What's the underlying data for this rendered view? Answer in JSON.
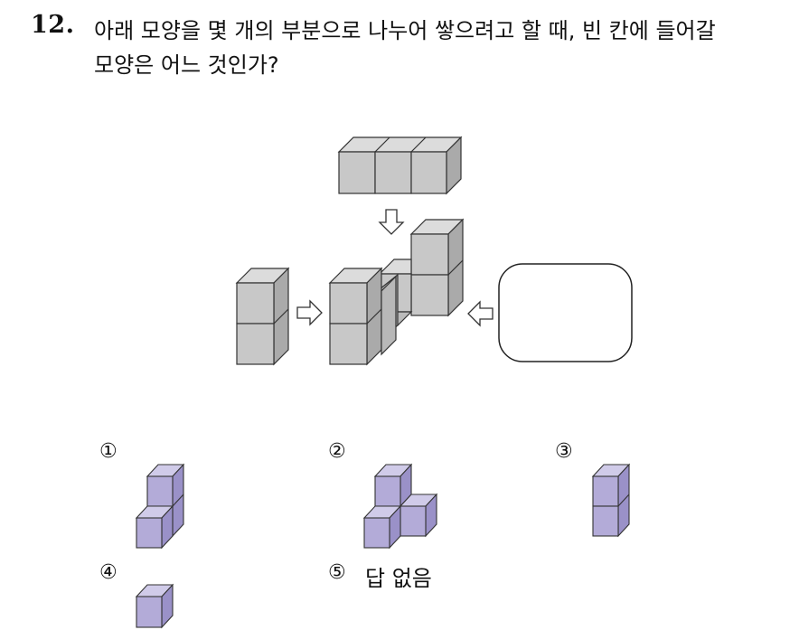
{
  "question": {
    "number": "12.",
    "line1": "아래 모양을 몇 개의 부분으로 나누어 쌓으려고 할 때, 빈 칸에 들어갈",
    "line2": "모양은 어느 것인가?"
  },
  "options": [
    {
      "marker": "①"
    },
    {
      "marker": "②"
    },
    {
      "marker": "③"
    },
    {
      "marker": "④"
    },
    {
      "marker": "⑤",
      "text": "답 없음"
    }
  ],
  "colors": {
    "figure_face": "#c8c8c8",
    "figure_top": "#dcdcdc",
    "figure_side": "#aaaaaa",
    "option_face": "#b3abd8",
    "option_top": "#d0cbe9",
    "option_side": "#9a91c8"
  }
}
